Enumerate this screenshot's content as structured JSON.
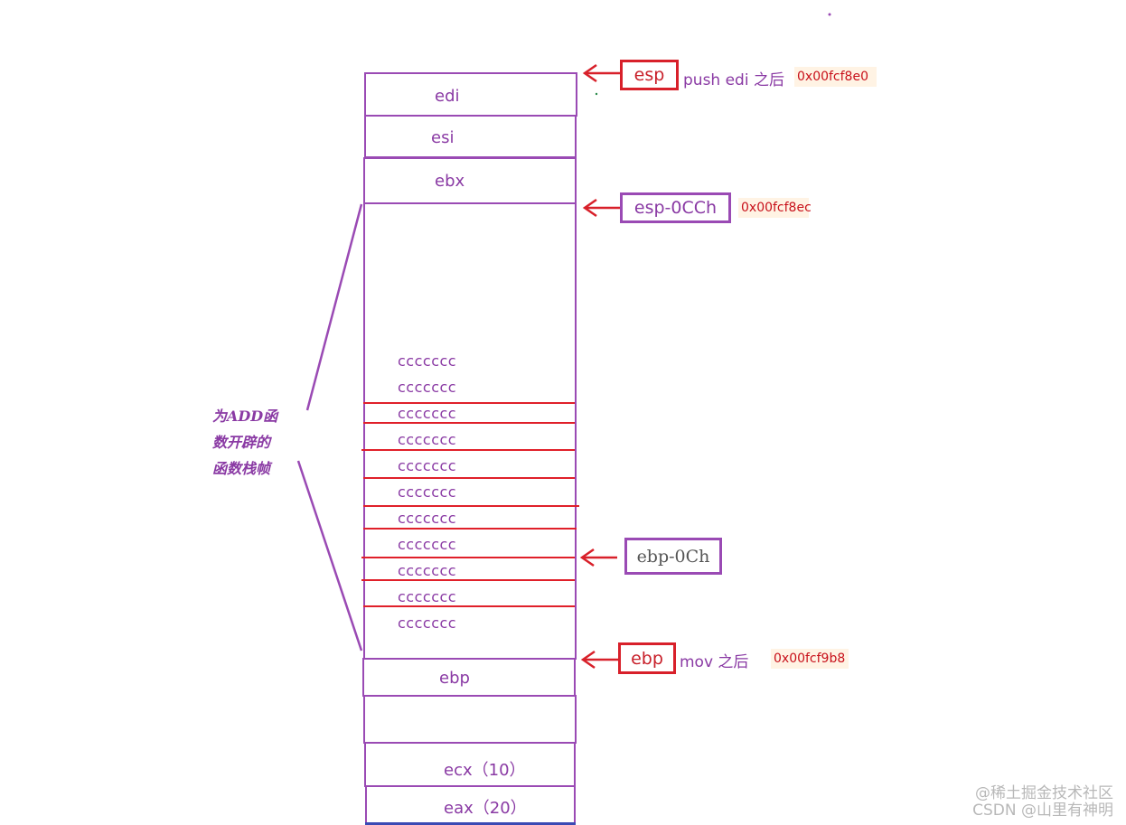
{
  "stack_cells": {
    "edi": "edi",
    "esi": "esi",
    "ebx": "ebx",
    "ebp": "ebp",
    "empty": "",
    "ecx": "ecx（10）",
    "eax": "eax（20）"
  },
  "fill_pattern": "ccccccc",
  "fill_rows": [
    "ccccccc",
    "ccccccc",
    "ccccccc",
    "ccccccc",
    "ccccccc",
    "ccccccc",
    "ccccccc",
    "ccccccc",
    "ccccccc",
    "ccccccc",
    "ccccccc"
  ],
  "pointers": {
    "esp": {
      "label": "esp",
      "note": "push edi 之后",
      "address": "0x00fcf8e0"
    },
    "esp_sub": {
      "label": "esp-0CCh",
      "address": "0x00fcf8ec"
    },
    "ebp_sub": {
      "label": "ebp-0Ch"
    },
    "ebp": {
      "label": "ebp",
      "note": "mov 之后",
      "address": "0x00fcf9b8"
    }
  },
  "frame_label": [
    "为ADD函",
    "数开辟的",
    "函数栈帧"
  ],
  "watermark": [
    "@稀土掘金技术社区",
    "CSDN @山里有神明"
  ],
  "colors": {
    "purple": "#9a4ab4",
    "red": "#d8202a",
    "address_bg": "#fff3e4"
  }
}
